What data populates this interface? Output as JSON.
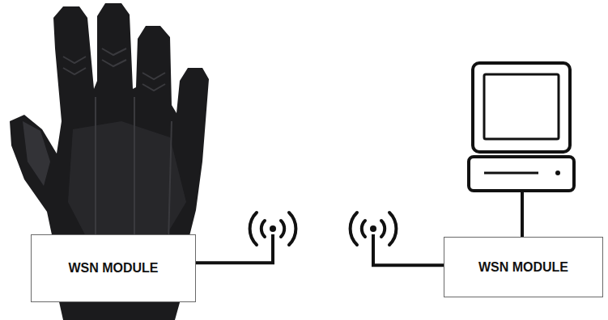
{
  "diagram": {
    "nodes": [
      {
        "text": [
          "WSN MODULE"
        ]
      },
      {
        "text": [
          "WSN MODULE"
        ]
      }
    ],
    "edges": [
      {
        "from": 0,
        "to": 1,
        "arrow": "none"
      }
    ]
  }
}
